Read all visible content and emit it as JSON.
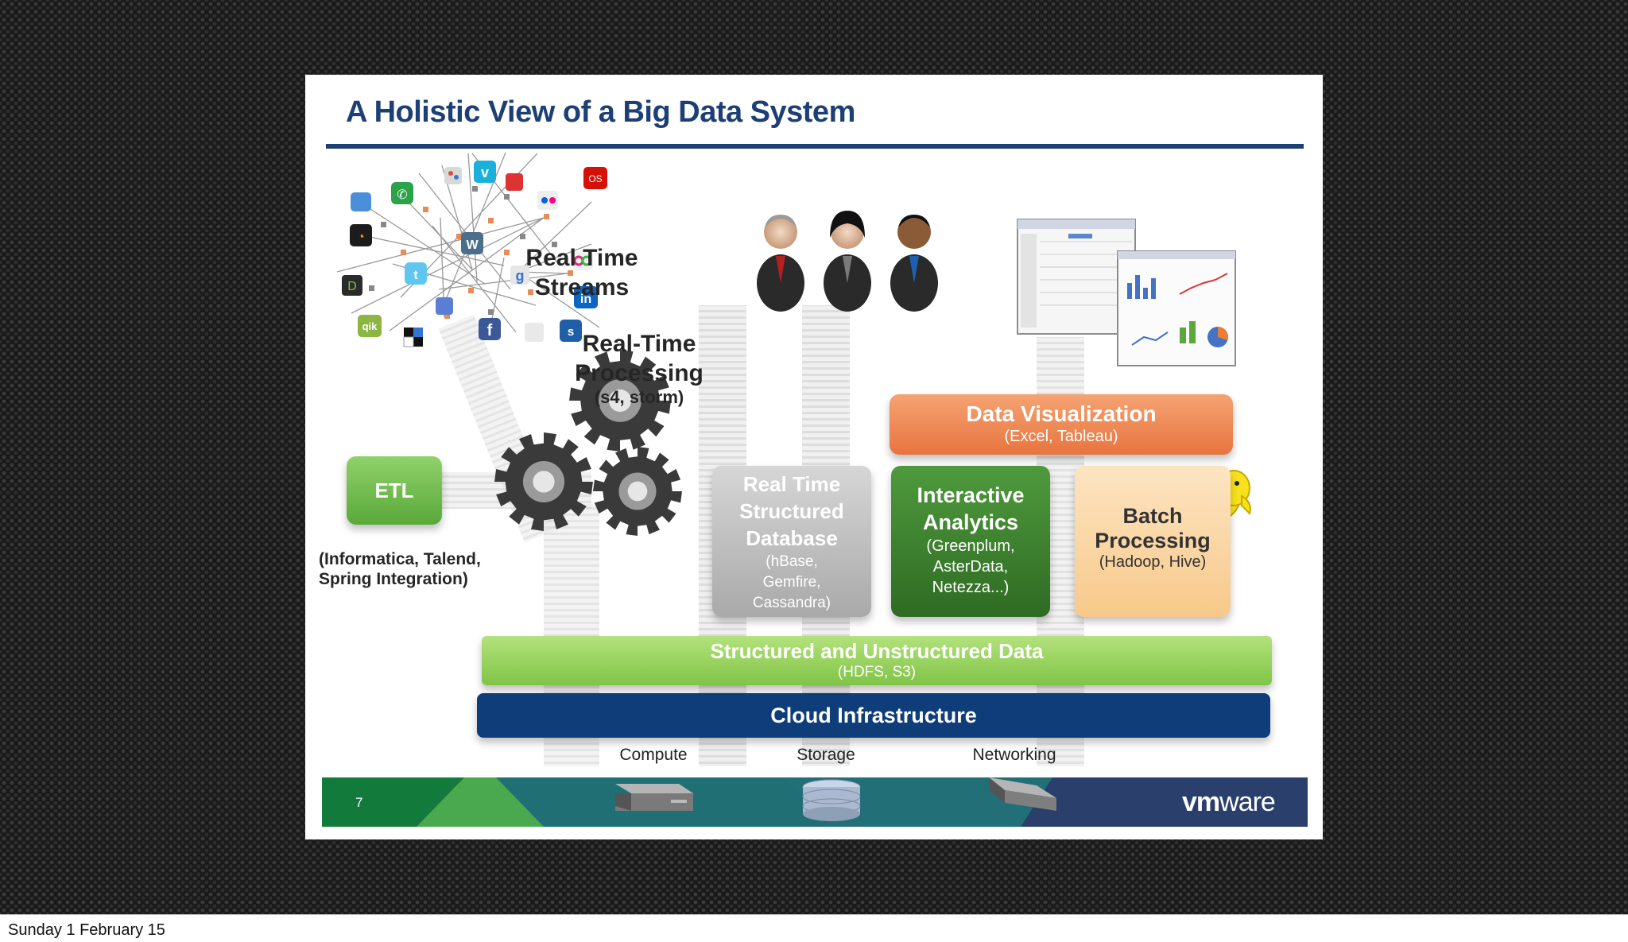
{
  "slide": {
    "title": "A Holistic View of a Big Data System",
    "page_number": "7",
    "brand": {
      "bold": "vm",
      "normal": "ware"
    }
  },
  "labels": {
    "real_time_streams": [
      "Real Time",
      "Streams"
    ],
    "real_time_processing": [
      "Real-Time",
      "Processing"
    ],
    "real_time_processing_sub": "(s4, storm)"
  },
  "etl": {
    "label": "ETL",
    "note": [
      "(Informatica, Talend,",
      "Spring Integration)"
    ]
  },
  "boxes": {
    "rtdb": {
      "title": [
        "Real Time",
        "Structured",
        "Database"
      ],
      "sub": [
        "(hBase,",
        "Gemfire,",
        "Cassandra)"
      ]
    },
    "interactive": {
      "title": [
        "Interactive",
        "Analytics"
      ],
      "sub": [
        "(Greenplum,",
        "AsterData,",
        "Netezza...)"
      ]
    },
    "batch": {
      "title": [
        "Batch",
        "Processing"
      ],
      "sub": "(Hadoop, Hive)"
    },
    "dataviz": {
      "title": "Data Visualization",
      "sub": "(Excel, Tableau)"
    },
    "data": {
      "title": "Structured and Unstructured Data",
      "sub": "(HDFS, S3)"
    },
    "cloud": {
      "title": "Cloud Infrastructure"
    }
  },
  "infrastructure": [
    "Compute",
    "Storage",
    "Networking"
  ],
  "status_bar": {
    "date": "Sunday 1 February 15"
  },
  "colors": {
    "title_blue": "#1c3f76",
    "etl_green": "#6cbb47",
    "interactive_green": "#3d8030",
    "dataviz_orange": "#ec8450",
    "batch_peach": "#fbd8a8",
    "data_green": "#96d35f",
    "cloud_navy": "#0f3d7a",
    "footer_green": "#127a3a",
    "footer_teal": "#1f6f75"
  },
  "icons": [
    "rss-icon",
    "chat-icon",
    "vimeo-icon",
    "flickr-icon",
    "twitter-icon",
    "facebook-icon",
    "linkedin-icon",
    "google-icon",
    "wordpress-icon",
    "delicious-icon",
    "qik-icon",
    "gear-icon",
    "person-icon",
    "dashboard-screenshot",
    "hadoop-elephant-icon",
    "server-icon",
    "database-icon",
    "network-switch-icon"
  ]
}
